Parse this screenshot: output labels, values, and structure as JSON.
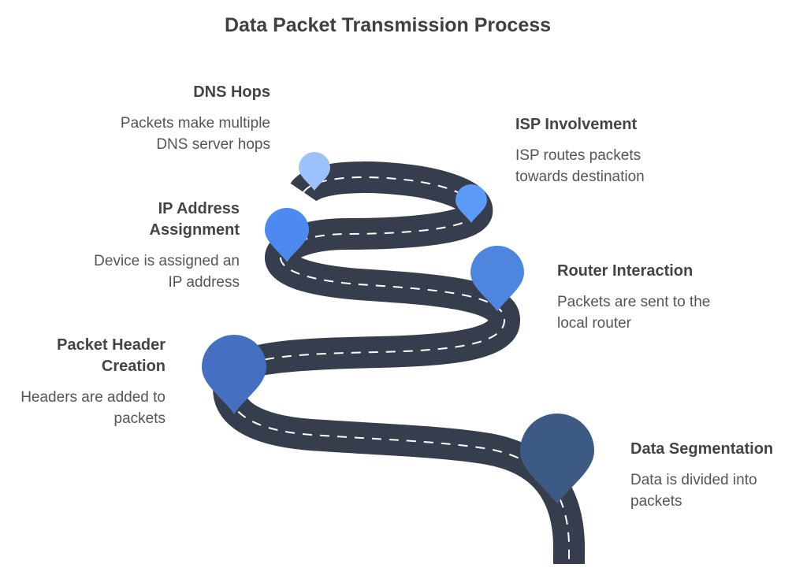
{
  "title": "Data Packet Transmission Process",
  "colors": {
    "road": "#363d4d",
    "lane_marking": "#ffffff",
    "pin_dns": "#9dc2fb",
    "pin_isp": "#5b9af5",
    "pin_ip": "#4c8aef",
    "pin_router": "#4e86df",
    "pin_header": "#456fc0",
    "pin_segmentation": "#3d5a85"
  },
  "steps": [
    {
      "id": "dns",
      "title": "DNS Hops",
      "description": "Packets make multiple DNS server hops",
      "pin_color": "#9dc2fb"
    },
    {
      "id": "isp",
      "title": "ISP Involvement",
      "description": "ISP routes packets towards destination",
      "pin_color": "#5b9af5"
    },
    {
      "id": "ip",
      "title": "IP Address Assignment",
      "description": "Device is assigned an IP address",
      "pin_color": "#4c8aef"
    },
    {
      "id": "router",
      "title": "Router Interaction",
      "description": "Packets are sent to the local router",
      "pin_color": "#4e86df"
    },
    {
      "id": "header",
      "title": "Packet Header Creation",
      "description": "Headers are added to packets",
      "pin_color": "#456fc0"
    },
    {
      "id": "segmentation",
      "title": "Data Segmentation",
      "description": "Data is divided into packets",
      "pin_color": "#3d5a85"
    }
  ]
}
